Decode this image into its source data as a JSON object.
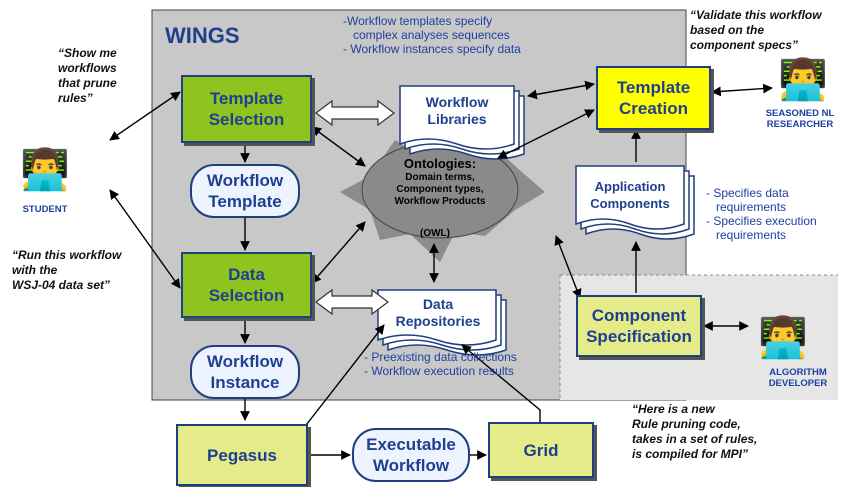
{
  "title": "WINGS",
  "boxes": {
    "template_selection": "Template\nSelection",
    "workflow_template": "Workflow\nTemplate",
    "data_selection": "Data\nSelection",
    "workflow_instance": "Workflow\nInstance",
    "template_creation": "Template\nCreation",
    "component_specification": "Component\nSpecification",
    "pegasus": "Pegasus",
    "executable_workflow": "Executable\nWorkflow",
    "grid": "Grid"
  },
  "documents": {
    "workflow_libraries": "Workflow\nLibraries",
    "data_repositories": "Data\nRepositories",
    "application_components": "Application\nComponents"
  },
  "ontology": {
    "title": "Ontologies:",
    "items": "Domain terms,\nComponent types,\nWorkflow Products",
    "owl": "(OWL)"
  },
  "notes": {
    "templates": "-Workflow templates specify\n   complex analyses sequences\n- Workflow instances specify data",
    "data": "- Preexisting data collections\n- Workflow execution results",
    "components": "- Specifies data\n   requirements\n- Specifies execution\n   requirements"
  },
  "quotes": {
    "student_top": "“Show me\nworkflows\nthat prune\nrules”",
    "student_bottom": "“Run this workflow\nwith the\nWSJ-04 data set”",
    "researcher": "“Validate this workflow\nbased on the\ncomponent specs”",
    "developer": "“Here is a new\nRule pruning code,\ntakes in a set of rules,\nis compiled for MPI”"
  },
  "roles": {
    "student": "STUDENT",
    "researcher": "SEASONED NL\nRESEARCHER",
    "developer": "ALGORITHM\nDEVELOPER"
  },
  "icons": {
    "student": "person-at-computer-icon",
    "researcher": "person-at-computer-icon",
    "developer": "person-at-computer-icon"
  },
  "colors": {
    "wings_panel": "#c8c8c8",
    "green_box": "#8fc31f",
    "yellow_box": "#ffff00",
    "pale_box": "#e6eb8a",
    "text_blue": "#1f3f8f"
  }
}
